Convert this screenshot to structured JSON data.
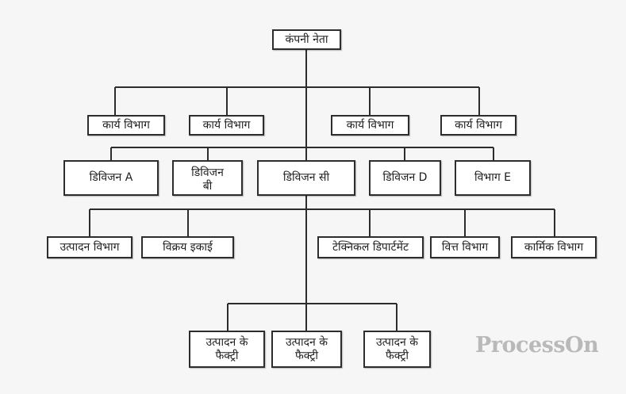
{
  "diagram": {
    "root": "कंपनी नेता",
    "departments": [
      "कार्य विभाग",
      "कार्य विभाग",
      "कार्य विभाग",
      "कार्य विभाग"
    ],
    "divisions": [
      "डिविजन A",
      "डिविजन\nबी",
      "डिविजन सी",
      "डिविजन D",
      "विभाग E"
    ],
    "units": [
      "उत्पादन विभाग",
      "विक्रय इकाई",
      "टेक्निकल डिपार्टमेंट",
      "वित्त विभाग",
      "कार्मिक विभाग"
    ],
    "factories": [
      "उत्पादन के\nफैक्ट्री",
      "उत्पादन के\nफैक्ट्री",
      "उत्पादन के\nफैक्ट्री"
    ]
  },
  "watermark": "ProcessOn",
  "colors": {
    "background": "#f6f6f6",
    "line": "#2d2d2d",
    "box_fill": "#ffffff",
    "watermark": "#b9b9b9"
  }
}
